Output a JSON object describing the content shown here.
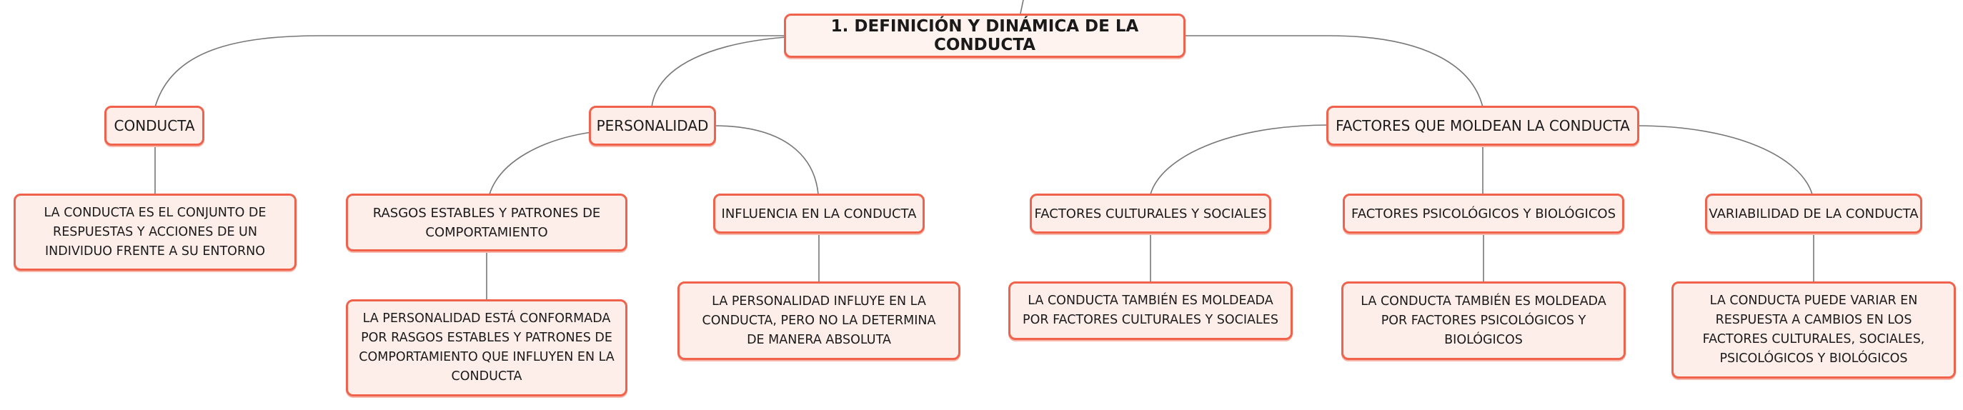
{
  "root": {
    "label": "1. DEFINICIÓN Y DINÁMICA DE LA CONDUCTA"
  },
  "conducta": {
    "label": "CONDUCTA",
    "definicion": "LA CONDUCTA ES EL CONJUNTO DE RESPUESTAS Y ACCIONES DE UN INDIVIDUO FRENTE A SU ENTORNO"
  },
  "personalidad": {
    "label": "PERSONALIDAD",
    "rasgos": {
      "label": "RASGOS ESTABLES Y PATRONES DE COMPORTAMIENTO",
      "detalle": "LA PERSONALIDAD ESTÁ CONFORMADA POR RASGOS ESTABLES Y PATRONES DE COMPORTAMIENTO QUE INFLUYEN EN LA CONDUCTA"
    },
    "influencia": {
      "label": "INFLUENCIA EN LA CONDUCTA",
      "detalle": "LA PERSONALIDAD INFLUYE EN LA CONDUCTA, PERO NO LA DETERMINA DE MANERA ABSOLUTA"
    }
  },
  "factores": {
    "label": "FACTORES QUE MOLDEAN LA CONDUCTA",
    "culturales": {
      "label": "FACTORES CULTURALES Y SOCIALES",
      "detalle": "LA CONDUCTA TAMBIÉN ES MOLDEADA POR FACTORES CULTURALES Y SOCIALES"
    },
    "psicologicos": {
      "label": "FACTORES PSICOLÓGICOS Y BIOLÓGICOS",
      "detalle": "LA CONDUCTA TAMBIÉN ES MOLDEADA POR FACTORES PSICOLÓGICOS Y BIOLÓGICOS"
    },
    "variabilidad": {
      "label": "VARIABILIDAD DE LA CONDUCTA",
      "detalle": "LA CONDUCTA PUEDE VARIAR EN RESPUESTA A CAMBIOS EN LOS FACTORES CULTURALES, SOCIALES, PSICOLÓGICOS Y BIOLÓGICOS"
    }
  },
  "colors": {
    "border": "#f0624c",
    "fill": "#fdeeea",
    "line": "#777777"
  }
}
